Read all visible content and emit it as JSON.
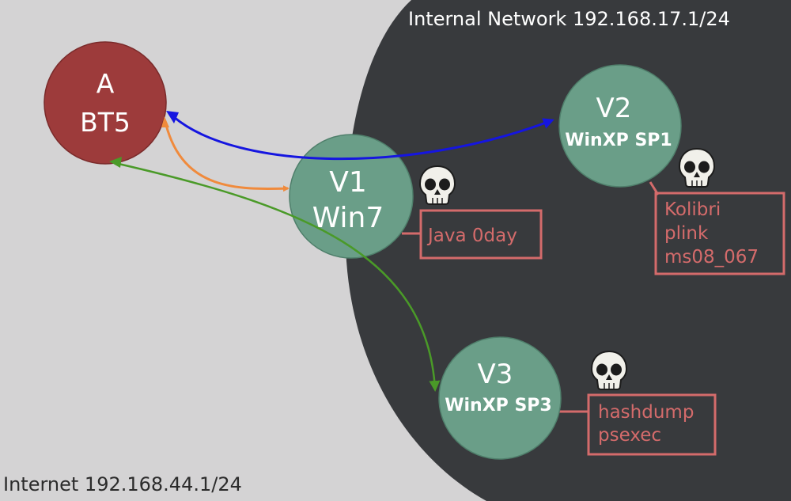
{
  "zones": {
    "internal": {
      "label": "Internal Network 192.168.17.1/24",
      "bg": "#383a3d",
      "text_color": "#ffffff"
    },
    "internet": {
      "label": "Internet 192.168.44.1/24",
      "bg": "#d4d3d4",
      "text_color": "#2b2b2b"
    }
  },
  "nodes": {
    "attacker": {
      "line1": "A",
      "line2": "BT5",
      "color": "#9d3b3b"
    },
    "v1": {
      "line1": "V1",
      "line2": "Win7",
      "color": "#6a9e88"
    },
    "v2": {
      "line1": "V2",
      "line2": "WinXP SP1",
      "color": "#6a9e88"
    },
    "v3": {
      "line1": "V3",
      "line2": "WinXP SP3",
      "color": "#6a9e88"
    }
  },
  "exploits": {
    "v1": {
      "lines": [
        "Java 0day"
      ]
    },
    "v2": {
      "lines": [
        "Kolibri",
        "plink",
        "ms08_067"
      ]
    },
    "v3": {
      "lines": [
        "hashdump",
        "psexec"
      ]
    }
  },
  "colors": {
    "exploit_box": "#d46b6b",
    "skull": "#f1f0ea",
    "link_attacker_v1": "#f08a3c",
    "link_attacker_v2": "#1515e0",
    "link_attacker_v3": "#4a9a28"
  },
  "icons": {
    "skull": "skull-icon"
  }
}
